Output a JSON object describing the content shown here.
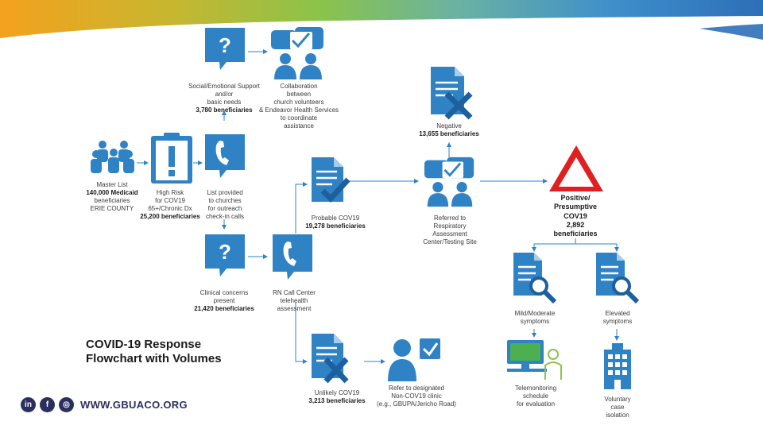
{
  "website": "WWW.GBUACO.ORG",
  "title": {
    "line1": "COVID-19 Response",
    "line2": "Flowchart with Volumes"
  },
  "social": [
    {
      "name": "linkedin",
      "glyph": "in"
    },
    {
      "name": "facebook",
      "glyph": "f"
    },
    {
      "name": "instagram",
      "glyph": "◎"
    }
  ],
  "colors": {
    "accent": "#2f83c5",
    "header_blue": "#2c7bbf",
    "header_green": "#8bc34a",
    "header_orange": "#f4a11d",
    "warning_red": "#e02020",
    "navy": "#2b2f5e"
  },
  "nodes": {
    "master_list": {
      "l1": "Master List",
      "l2": "140,000 Medicaid",
      "l3": "beneficiaries",
      "l4": "ERIE COUNTY",
      "icon": "people-group-icon"
    },
    "high_risk": {
      "l1": "High Risk",
      "l2": "for COV19",
      "l3": "65+/Chronic Dx",
      "l4": "25,200 beneficiaries",
      "icon": "clipboard-alert-icon"
    },
    "social_support": {
      "l1": "Social/Emotional Support",
      "l2": "and/or",
      "l3": "basic needs",
      "l4": "3,780 beneficiaries",
      "icon": "question-bubble-icon"
    },
    "collaboration": {
      "l1": "Collaboration",
      "l2": "between",
      "l3": "church volunteers",
      "l4": "& Endeavor Health Services",
      "l5": "to coordinate",
      "l6": "assistance",
      "icon": "collaboration-icon"
    },
    "churches": {
      "l1": "List provided",
      "l2": "to churches",
      "l3": "for outreach",
      "l4": "check-in calls",
      "icon": "phone-bubble-icon"
    },
    "clinical": {
      "l1": "Clinical concerns",
      "l2": "present",
      "l3": "21,420 beneficiaries",
      "icon": "question-bubble-icon"
    },
    "rn_call": {
      "l1": "RN Call Center",
      "l2": "telehealth",
      "l3": "assessment",
      "icon": "phone-bubble-icon"
    },
    "probable": {
      "l1": "Probable COV19",
      "l2": "19,278 beneficiaries",
      "icon": "document-check-icon"
    },
    "unlikely": {
      "l1": "Unlikely COV19",
      "l2": "3,213 beneficiaries",
      "icon": "document-x-icon"
    },
    "negative": {
      "l1": "Negative",
      "l2": "13,655 beneficiaries",
      "icon": "document-x-icon"
    },
    "referred": {
      "l1": "Referred to",
      "l2": "Respiratory",
      "l3": "Assessment",
      "l4": "Center/Testing Site",
      "icon": "collaboration-icon"
    },
    "positive": {
      "l1": "Positive/",
      "l2": "Presumptive",
      "l3": "COV19",
      "l4": "2,892",
      "l5": "beneficiaries",
      "icon": "warning-triangle-icon"
    },
    "mild": {
      "l1": "Mild/Moderate",
      "l2": "symptoms",
      "icon": "document-search-icon"
    },
    "elevated": {
      "l1": "Elevated",
      "l2": "symptoms",
      "icon": "document-search-icon"
    },
    "telemonitoring": {
      "l1": "Telemonitoring",
      "l2": "schedule",
      "l3": "for evaluation",
      "icon": "computer-person-icon"
    },
    "voluntary": {
      "l1": "Voluntary",
      "l2": "case",
      "l3": "isolation",
      "icon": "building-icon"
    },
    "refer_clinic": {
      "l1": "Refer to designated",
      "l2": "Non-COV19 clinic",
      "l3": "(e.g., GBUPA/Jericho Road)",
      "icon": "person-check-icon"
    }
  }
}
